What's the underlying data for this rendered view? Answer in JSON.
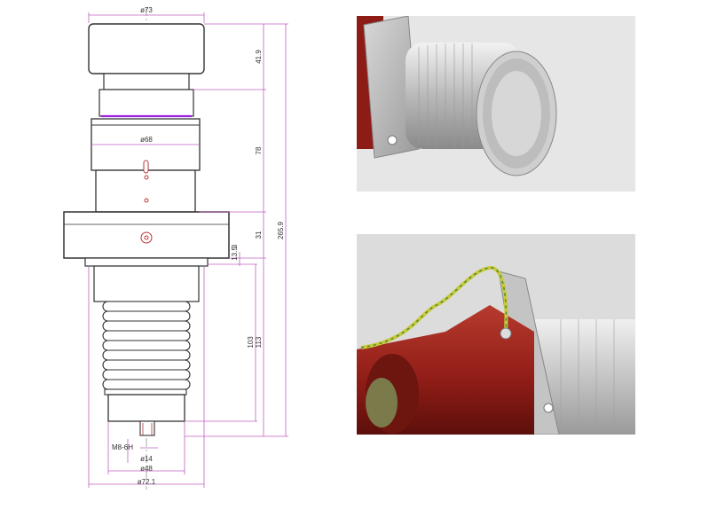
{
  "drawing": {
    "dimensions": {
      "top_diameter": "ø73",
      "body_diameter": "ø68",
      "thread": "M8-6H",
      "stud_diameter": "ø14",
      "base_diameter": "ø48",
      "bottom_diameter": "ø72.1",
      "cap_height": "41.9",
      "body_height": "78",
      "flange_height": "31",
      "flange_step": "3",
      "flange_lower": "13.5",
      "bellows_height": "103",
      "lower_height": "113",
      "total_height": "265.9"
    }
  },
  "colors": {
    "line": "#3a3a3a",
    "dimension": "#c060c0",
    "accent": "#9b1de0",
    "insulator_red": "#8e1c16",
    "aluminium": "#c8c8c8"
  }
}
